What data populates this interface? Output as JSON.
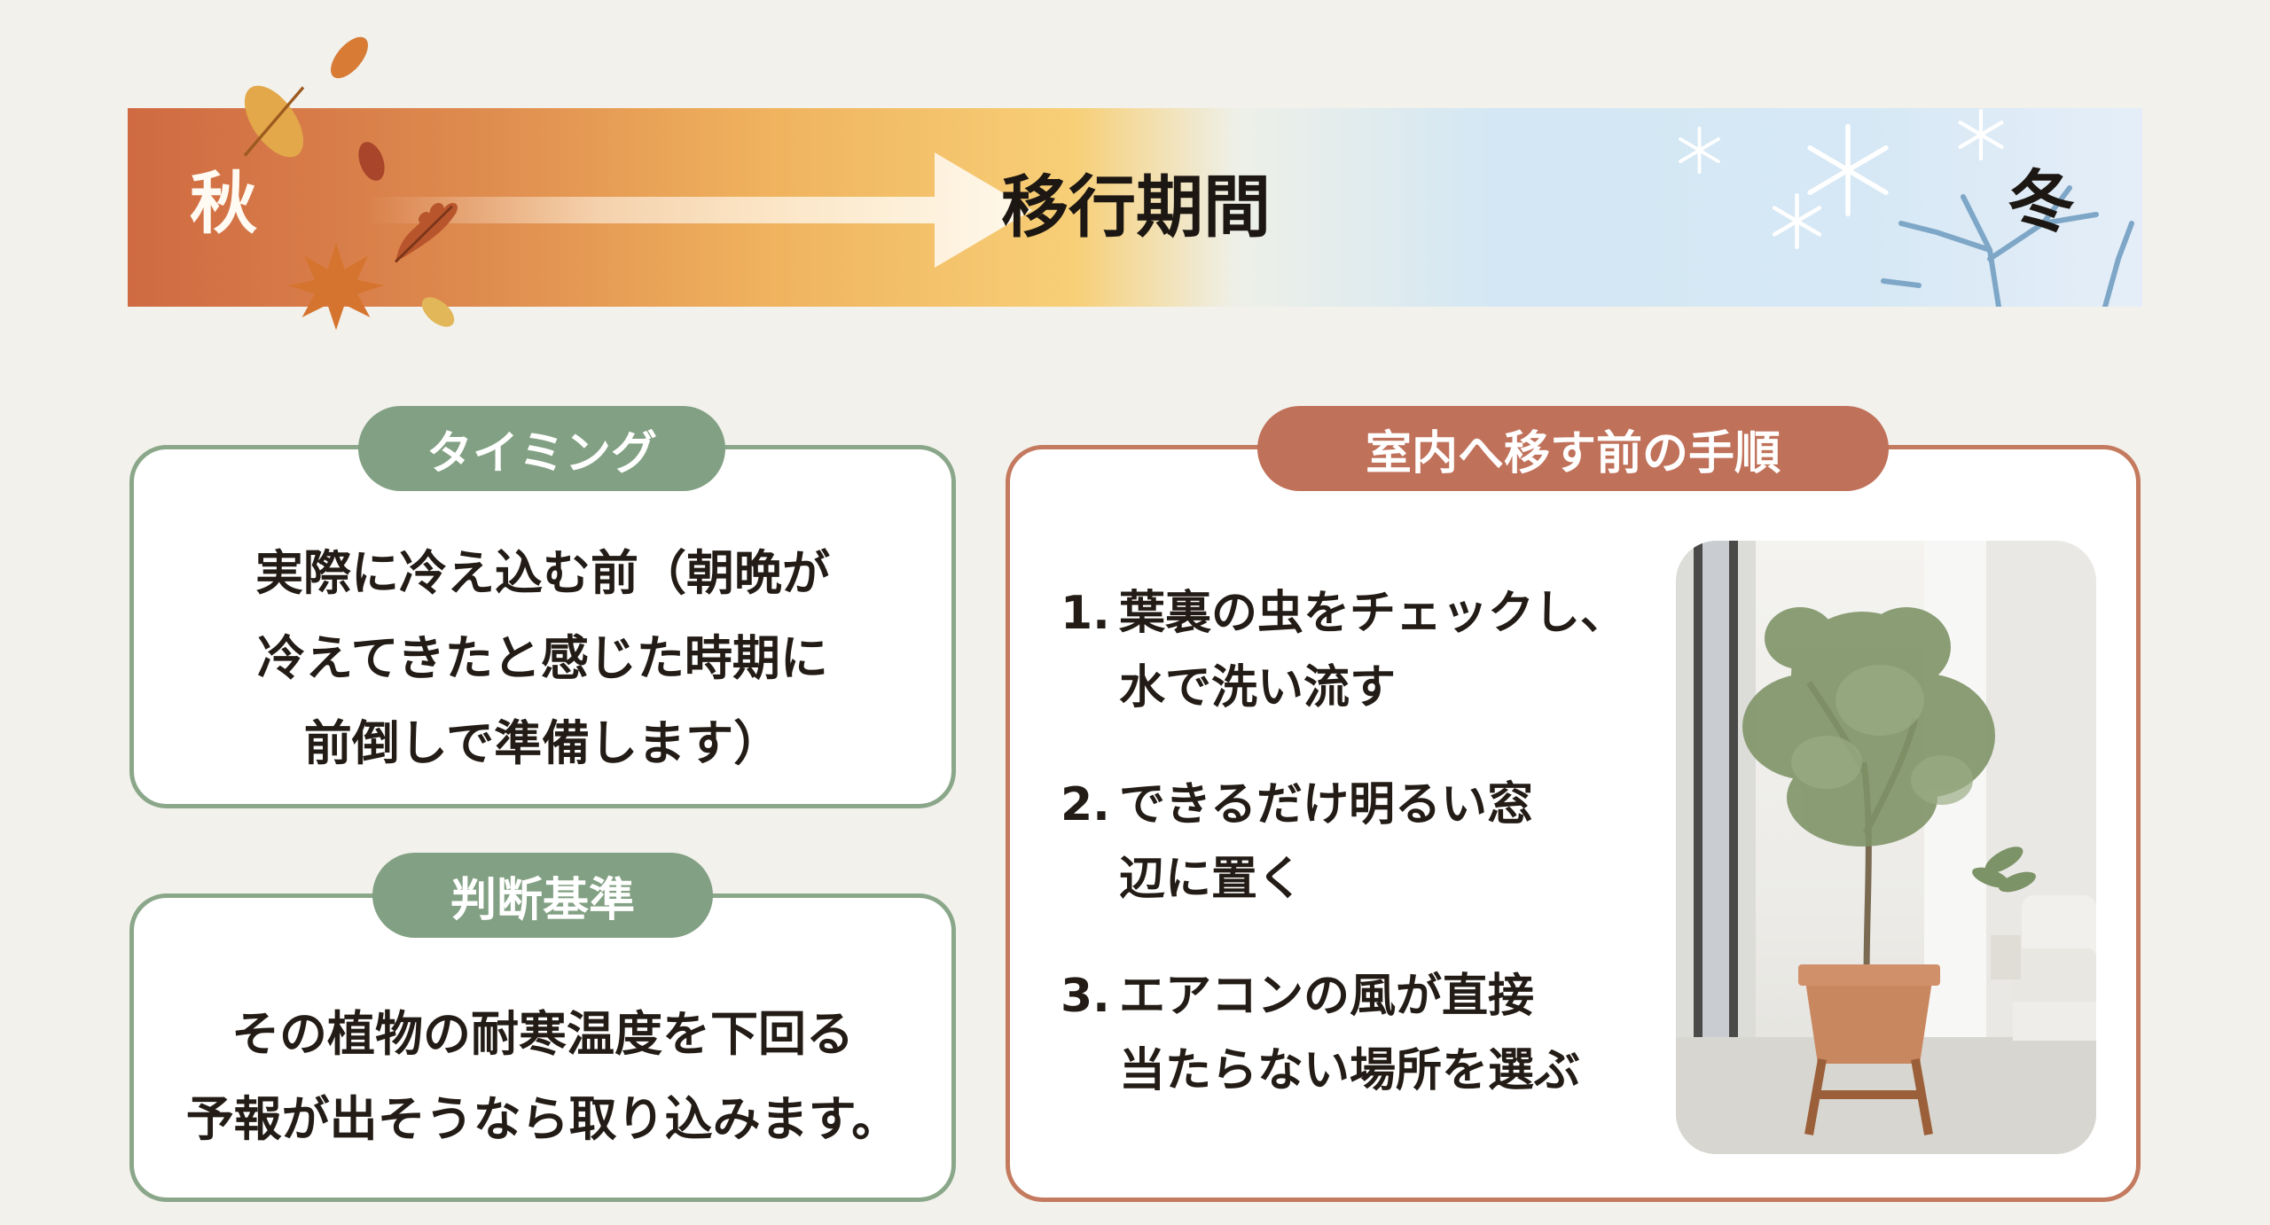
{
  "banner": {
    "autumn_label": "秋",
    "transition_label": "移行期間",
    "winter_label": "冬"
  },
  "timing": {
    "title": "タイミング",
    "lines": [
      "実際に冷え込む前（朝晩が",
      "冷えてきたと感じた時期に",
      "前倒しで準備します）"
    ]
  },
  "criteria": {
    "title": "判断基準",
    "lines": [
      "その植物の耐寒温度を下回る",
      "予報が出そうなら取り込みます。"
    ]
  },
  "procedure": {
    "title": "室内へ移す前の手順",
    "steps": [
      {
        "num": "1.",
        "line1": "葉裏の虫をチェックし、",
        "line2": "水で洗い流す"
      },
      {
        "num": "2.",
        "line1": "できるだけ明るい窓",
        "line2": "辺に置く"
      },
      {
        "num": "3.",
        "line1": "エアコンの風が直接",
        "line2": "当たらない場所を選ぶ"
      }
    ]
  },
  "colors": {
    "autumn": "#cf6a42",
    "transition": "#f7cf77",
    "winter": "#d6e8f5",
    "green_accent": "#82a083",
    "rust_accent": "#c0715a",
    "background": "#f2f1ec"
  }
}
